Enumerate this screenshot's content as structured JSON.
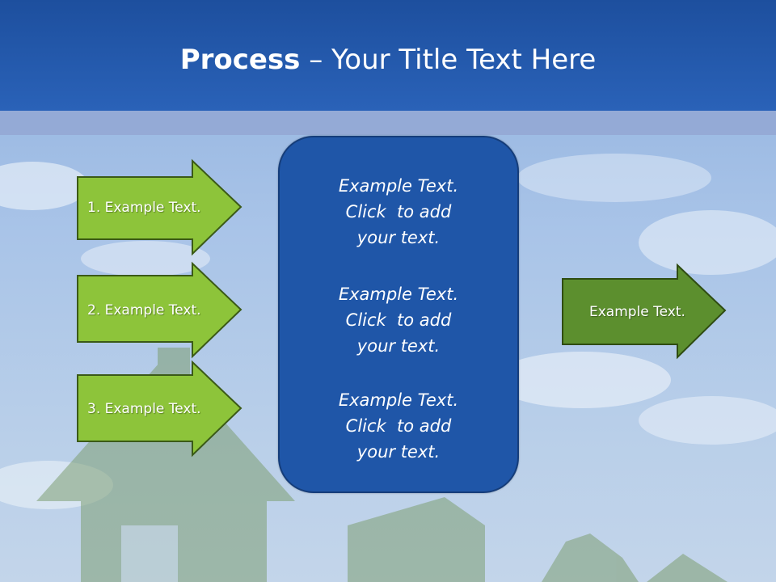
{
  "title": {
    "bold": "Process",
    "rest": " – Your Title Text Here"
  },
  "left_arrows": [
    {
      "label": "1. Example Text."
    },
    {
      "label": "2. Example Text."
    },
    {
      "label": "3. Example Text."
    }
  ],
  "center_box": {
    "paragraphs": [
      {
        "line1": "Example Text.",
        "line2": "Click  to add",
        "line3": "your text."
      },
      {
        "line1": "Example Text.",
        "line2": "Click  to add",
        "line3": "your text."
      },
      {
        "line1": "Example Text.",
        "line2": "Click  to add",
        "line3": "your text."
      }
    ]
  },
  "right_arrow": {
    "label": "Example Text."
  },
  "colors": {
    "header": "#2a62b8",
    "left_arrow_fill": "#8dc43a",
    "right_arrow_fill": "#5c8f2e",
    "arrow_border": "#3b5a17",
    "center_box": "#1f56a8"
  }
}
